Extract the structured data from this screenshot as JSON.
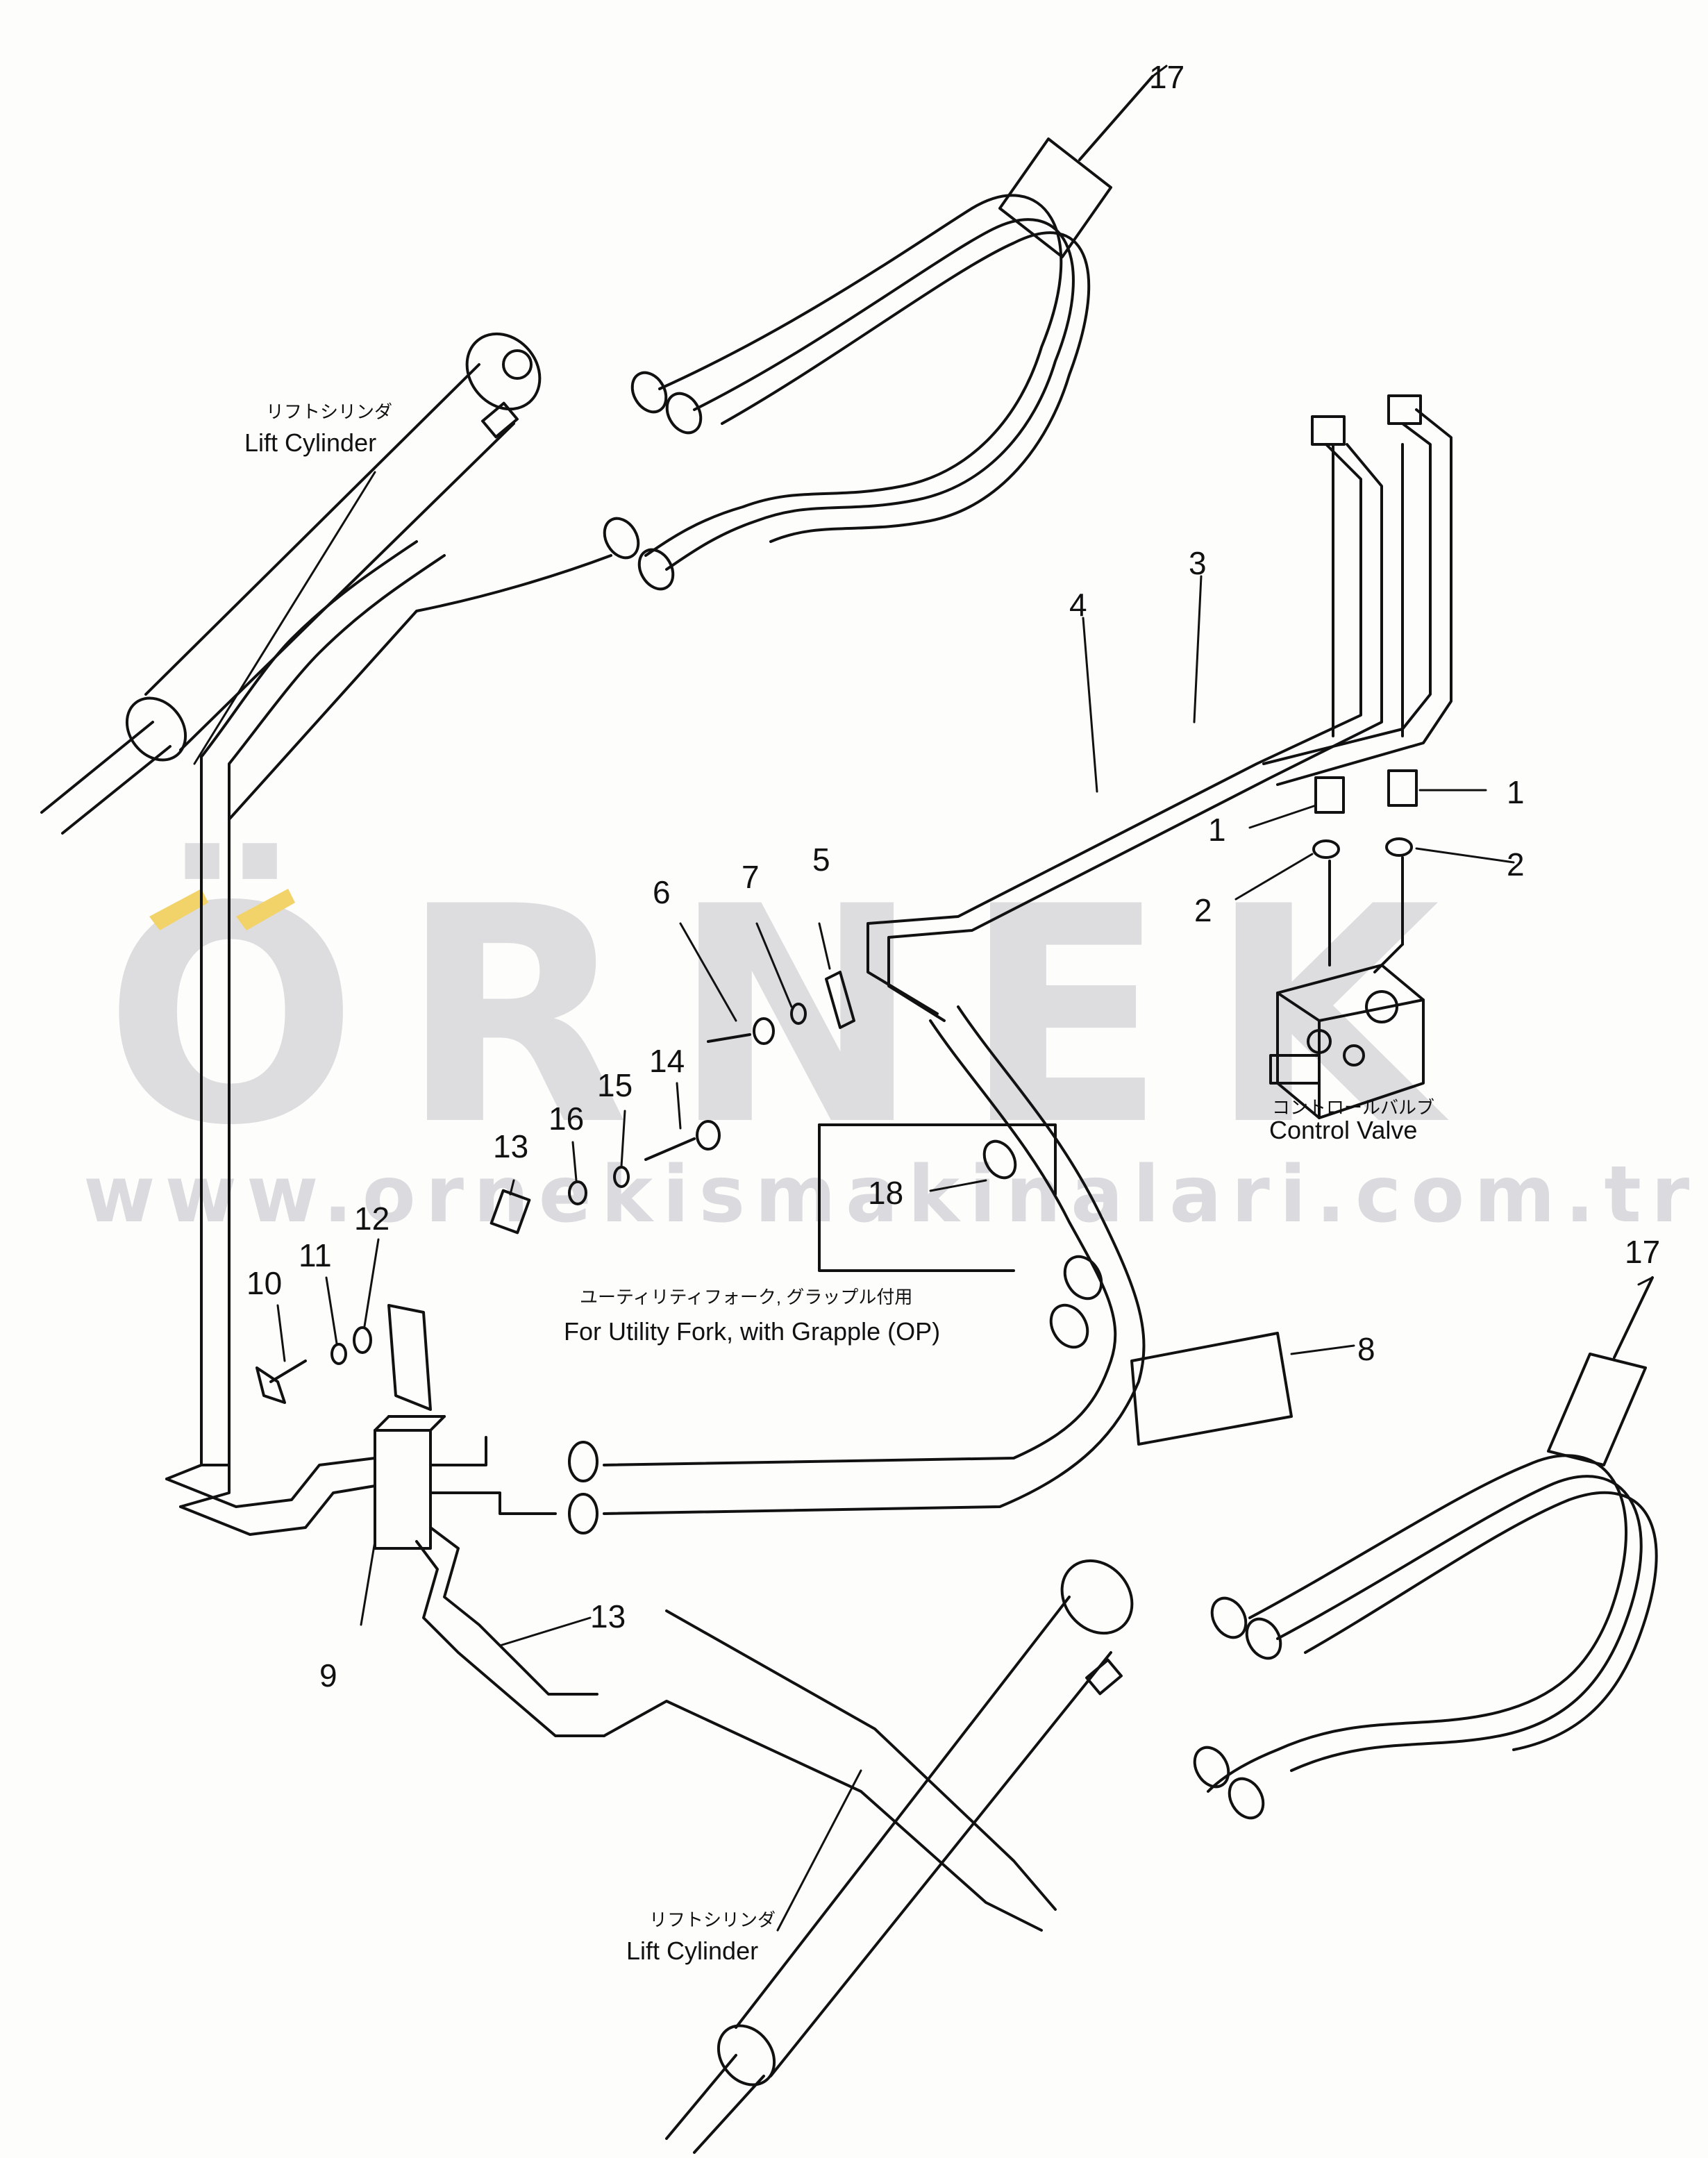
{
  "watermark": {
    "brand": "ÖRNEK",
    "url": "www.ornekismakinalari.com.tr"
  },
  "labels": {
    "lift_cylinder_top_jp": "リフトシリンダ",
    "lift_cylinder_top_en": "Lift Cylinder",
    "lift_cylinder_bottom_jp": "リフトシリンダ",
    "lift_cylinder_bottom_en": "Lift Cylinder",
    "control_valve_jp": "コントロールバルブ",
    "control_valve_en": "Control Valve",
    "option_jp": "ユーティリティフォーク, グラップル付用",
    "option_en": "For Utility Fork, with Grapple (OP)"
  },
  "callouts": {
    "c1a": "1",
    "c1b": "1",
    "c2a": "2",
    "c2b": "2",
    "c3": "3",
    "c4": "4",
    "c5": "5",
    "c6": "6",
    "c7": "7",
    "c8": "8",
    "c9": "9",
    "c10": "10",
    "c11": "11",
    "c12": "12",
    "c13a": "13",
    "c13b": "13",
    "c14": "14",
    "c15": "15",
    "c16": "16",
    "c17a": "17",
    "c17b": "17",
    "c18": "18"
  },
  "colors": {
    "line": "#111111",
    "watermark_gray": "#d8d8dc",
    "watermark_accent": "#f2d36a"
  }
}
